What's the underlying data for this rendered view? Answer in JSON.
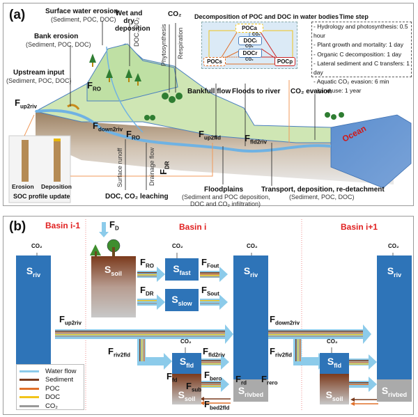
{
  "panel_a": {
    "label": "(a)",
    "annotations": {
      "surface_water_erosion": {
        "title": "Surface water erosion",
        "detail": "(Sediment, POC, DOC)"
      },
      "bank_erosion": {
        "title": "Bank erosion",
        "detail": "(Sediment, POC, DOC)"
      },
      "upstream_input": {
        "title": "Upstream input",
        "detail": "(Sediment, POC, DOC)"
      },
      "wet_dry_deposition": {
        "title": "Wet and dry deposition",
        "vertical": "DOC, CO₂"
      },
      "co2_top": "CO₂",
      "photosynthesis": "Phytosynthesis",
      "respiration": "Respiration",
      "bankfull_flow": "Bankfull flow",
      "floods_to_river": "Floods  to river",
      "co2_evasion": "CO₂ evasion",
      "ocean": "Ocean",
      "surface_runoff": "Surface runoff",
      "drainage_flow": "Drainage flow",
      "doc_co2_leaching": "DOC, CO₂ leaching",
      "floodplains": {
        "title": "Floodplains",
        "detail1": "(Sediment and POC deposition,",
        "detail2": "DOC and CO₂ infiltration)"
      },
      "transport": {
        "title": "Transport, deposition, re-detachment",
        "detail": "(Sediment, POC, DOC)"
      },
      "soc_profile": {
        "erosion": "Erosion",
        "deposition": "Deposition",
        "title": "SOC profile update"
      }
    },
    "fluxes": {
      "f_up2riv": {
        "main": "F",
        "sub": "up2riv"
      },
      "f_ro_top": {
        "main": "F",
        "sub": "RO"
      },
      "f_down2riv": {
        "main": "F",
        "sub": "down2riv"
      },
      "f_ro_bottom": {
        "main": "F",
        "sub": "RO"
      },
      "f_up2fld": {
        "main": "F",
        "sub": "up2fld"
      },
      "f_fld2riv": {
        "main": "F",
        "sub": "fld2riv"
      },
      "f_dr": {
        "main": "F",
        "sub": "DR"
      }
    },
    "decomposition": {
      "title": "Decomposition of POC and DOC in water bodies",
      "nodes": {
        "poca": "POCa",
        "docl": "DOCₗ",
        "docr": "DOCr",
        "pocs": "POCs",
        "pocp": "POCp"
      },
      "co2": "CO₂"
    },
    "time_step": {
      "title": "Time step",
      "items": [
        "- Hydrology and photosynthesis: 0.5 hour",
        "- Plant growth and mortality: 1 day",
        "- Organic C decomposition: 1 day",
        "- Lateral sediment and C transfers: 1 day",
        "- Aquatic CO₂ evasion: 6 min",
        "- Land use: 1 year"
      ]
    }
  },
  "panel_b": {
    "label": "(b)",
    "basins": {
      "left": "Basin i-1",
      "center": "Basin i",
      "right": "Basin i+1"
    },
    "co2": "CO₂",
    "stores": {
      "s_riv": {
        "main": "S",
        "sub": "riv"
      },
      "s_soil": {
        "main": "S",
        "sub": "soil"
      },
      "s_fast": {
        "main": "S",
        "sub": "fast"
      },
      "s_slow": {
        "main": "S",
        "sub": "slow"
      },
      "s_fld": {
        "main": "S",
        "sub": "fld"
      },
      "s_rivbed": {
        "main": "S",
        "sub": "rivbed"
      }
    },
    "fluxes": {
      "f_d": {
        "main": "F",
        "sub": "D"
      },
      "f_ro": {
        "main": "F",
        "sub": "RO"
      },
      "f_dr": {
        "main": "F",
        "sub": "DR"
      },
      "f_fout": {
        "main": "F",
        "sub": "Fout"
      },
      "f_sout": {
        "main": "F",
        "sub": "Sout"
      },
      "f_up2riv": {
        "main": "F",
        "sub": "up2riv"
      },
      "f_down2riv": {
        "main": "F",
        "sub": "down2riv"
      },
      "f_riv2fld": {
        "main": "F",
        "sub": "riv2fld"
      },
      "f_fld2riv": {
        "main": "F",
        "sub": "fld2riv"
      },
      "f_fd": {
        "main": "F",
        "sub": "fd"
      },
      "f_sub": {
        "main": "F",
        "sub": "sub"
      },
      "f_bero": {
        "main": "F",
        "sub": "bero"
      },
      "f_rd": {
        "main": "F",
        "sub": "rd"
      },
      "f_rero": {
        "main": "F",
        "sub": "rero"
      },
      "f_bed2fld": {
        "main": "F",
        "sub": "bed2fld"
      }
    },
    "legend": [
      {
        "label": "Water flow",
        "color": "#8ccbea"
      },
      {
        "label": "Sediment",
        "color": "#7a3b1e"
      },
      {
        "label": "POC",
        "color": "#e0702a"
      },
      {
        "label": "DOC",
        "color": "#f2c41a"
      },
      {
        "label": "CO₂",
        "color": "#999999"
      }
    ]
  },
  "colors": {
    "store_blue": "#2e74b8",
    "water_flow": "#8ccbea",
    "basin_red": "#e02020",
    "sediment": "#7a3b1e",
    "poc": "#e0702a",
    "doc": "#f2c41a",
    "co2": "#999999"
  }
}
